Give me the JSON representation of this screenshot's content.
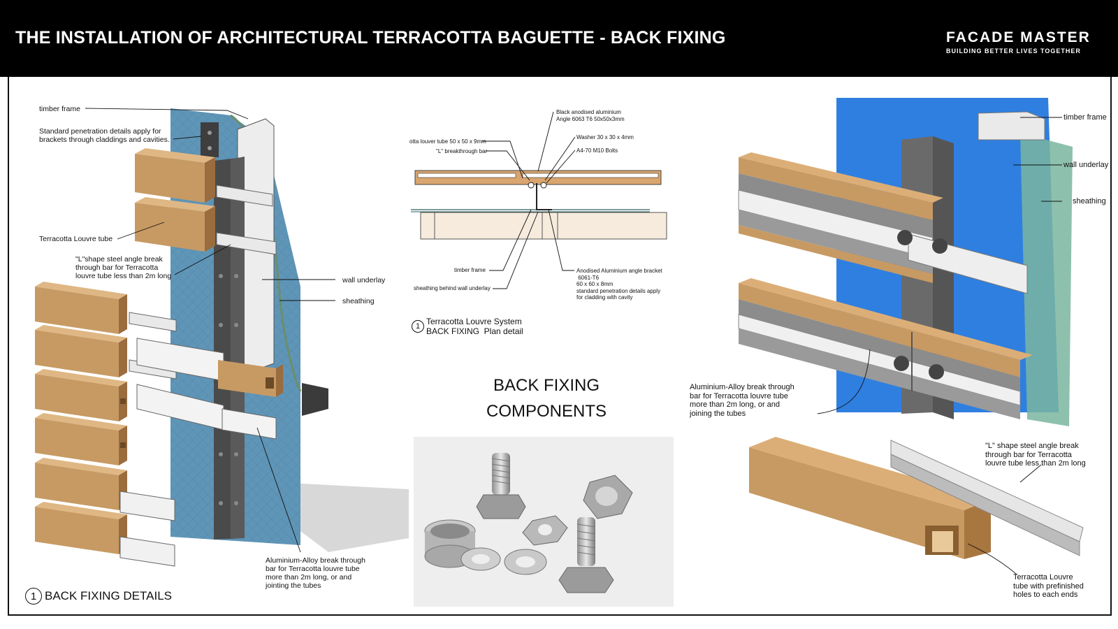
{
  "header": {
    "title": "THE INSTALLATION OF ARCHITECTURAL TERRACOTTA BAGUETTE - BACK FIXING",
    "brand_name": "Facade Master",
    "brand_tagline": "BUILDING BETTER LIVES TOGETHER"
  },
  "left_detail": {
    "labels": {
      "timber_frame": "timber frame",
      "penetration": "Standard penetration details apply for\nbrackets through claddings and cavities.",
      "louvre_tube": "Terracotta Louvre tube",
      "l_shape": "\"L\"shape steel angle break\nthrough bar for Terracotta\nlouvre tube less than 2m long",
      "wall_underlay": "wall underlay",
      "sheathing": "sheathing",
      "alloy_bar": "Aluminium-Alloy break through\nbar for Terracotta louvre tube\nmore than 2m long, or and\njointing the tubes"
    },
    "caption_number": "1",
    "caption": "BACK FIXING DETAILS"
  },
  "plan_detail": {
    "labels": {
      "black_angle": "Black anodised aluminium\nAngle 6063 T6 50x50x3mm",
      "louvre_tube": "otta louver tube 50 x 50 x 9mm",
      "l_bar": "\"L\" breakthrough bar",
      "washer": "Washer 30 x 30 x 4mm",
      "bolts": "A4-70 M10 Bolts",
      "timber_frame": "timber frame",
      "sheathing_behind": "sheathing behind wall underlay",
      "anodised_bracket": "Anodised Aluminium angle bracket\n 6061-T6\n60 x 60 x 8mm\nstandard penetration details apply\nfor cladding with cavity"
    },
    "caption_number": "1",
    "caption": "Terracotta Louvre System\nBACK FIXING  Plan detail"
  },
  "components": {
    "title": "BACK FIXING\nCOMPONENTS"
  },
  "right_detail": {
    "labels": {
      "timber_frame": "timber frame",
      "wall_underlay": "wall underlay",
      "sheathing": "sheathing",
      "alloy_bar": "Aluminium-Alloy break through\nbar for Terracotta louvre tube\nmore than 2m long, or and\njoining the tubes",
      "l_shape": "\"L\" shape steel angle break\nthrough bar for Terracotta\nlouvre tube less than 2m long",
      "prefinished": "Terracotta Louvre\ntube with prefinished\nholes to each ends"
    }
  },
  "colors": {
    "terracotta": "#c49a66",
    "terracotta_dark": "#8a6236",
    "glass_blue": "#5a8fb0",
    "wall_blue": "#2f7fe0",
    "steel": "#555555",
    "aluminium": "#e6e6e6"
  }
}
